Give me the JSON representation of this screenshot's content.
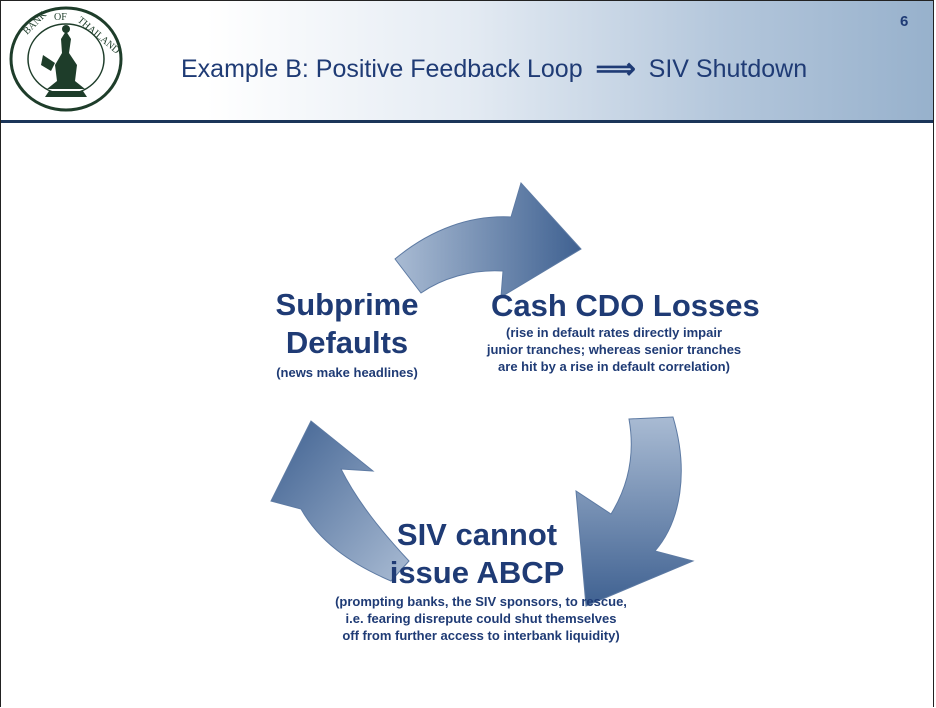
{
  "slide": {
    "title_prefix": "Example B: Positive Feedback Loop",
    "title_arrow": "⟹",
    "title_suffix": "SIV Shutdown",
    "page_number": "6",
    "logo_text": "BANK OF THAILAND"
  },
  "cycle": {
    "nodes": [
      {
        "title_lines": [
          "Subprime",
          "Defaults"
        ],
        "note_lines": [
          "(news make headlines)"
        ]
      },
      {
        "title_lines": [
          "Cash CDO Losses"
        ],
        "note_lines": [
          "(rise in default rates directly impair",
          "junior tranches; whereas senior tranches",
          "are hit by a rise in default correlation)"
        ]
      },
      {
        "title_lines": [
          "SIV cannot",
          "issue ABCP"
        ],
        "note_lines": [
          "(prompting banks, the SIV sponsors, to rescue,",
          "i.e. fearing disrepute could shut themselves",
          "off from further access to interbank liquidity)"
        ]
      }
    ]
  },
  "colors": {
    "title_text": "#1f3b75",
    "arrow_light": "#a9bbd3",
    "arrow_dark": "#3f6191",
    "header_rule": "#1b3559"
  }
}
